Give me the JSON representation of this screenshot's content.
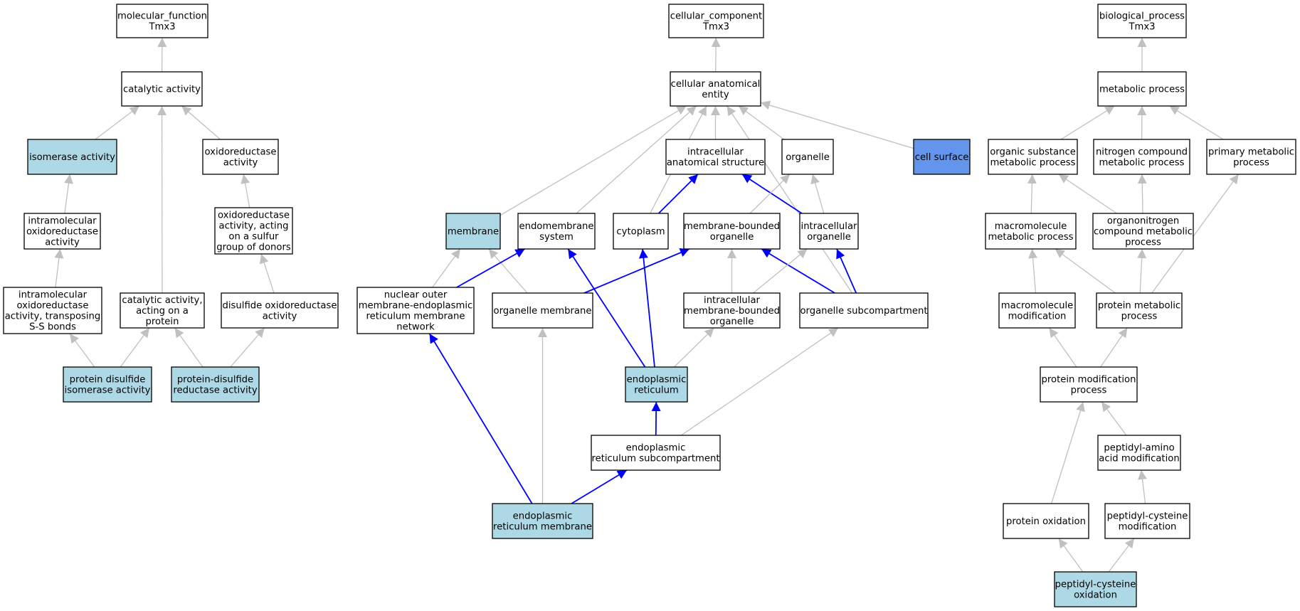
{
  "colors": {
    "plain_node": "#ffffff",
    "annotated_node": "#add8e6",
    "selected_node": "#6495ed",
    "edge_gray": "#c0c0c0",
    "edge_path": "#0000ff"
  },
  "nodes": [
    {
      "id": "mf_root",
      "lines": [
        "molecular_function",
        "Tmx3"
      ],
      "fill": "plain"
    },
    {
      "id": "catalytic",
      "lines": [
        "catalytic activity"
      ],
      "fill": "plain"
    },
    {
      "id": "isomerase",
      "lines": [
        "isomerase activity"
      ],
      "fill": "annotated"
    },
    {
      "id": "oxidoreductase",
      "lines": [
        "oxidoreductase",
        "activity"
      ],
      "fill": "plain"
    },
    {
      "id": "intramol",
      "lines": [
        "intramolecular",
        "oxidoreductase",
        "activity"
      ],
      "fill": "plain"
    },
    {
      "id": "oxred_sulfur",
      "lines": [
        "oxidoreductase",
        "activity, acting",
        "on a sulfur",
        "group of donors"
      ],
      "fill": "plain"
    },
    {
      "id": "intramol_ss",
      "lines": [
        "intramolecular",
        "oxidoreductase",
        "activity, transposing",
        "S-S bonds"
      ],
      "fill": "plain"
    },
    {
      "id": "cat_protein",
      "lines": [
        "catalytic activity,",
        "acting on a",
        "protein"
      ],
      "fill": "plain"
    },
    {
      "id": "disulfide_ox",
      "lines": [
        "disulfide oxidoreductase",
        "activity"
      ],
      "fill": "plain"
    },
    {
      "id": "pdi",
      "lines": [
        "protein disulfide",
        "isomerase activity"
      ],
      "fill": "annotated"
    },
    {
      "id": "pdr",
      "lines": [
        "protein-disulfide",
        "reductase activity"
      ],
      "fill": "annotated"
    },
    {
      "id": "cc_root",
      "lines": [
        "cellular_component",
        "Tmx3"
      ],
      "fill": "plain"
    },
    {
      "id": "cae",
      "lines": [
        "cellular anatomical",
        "entity"
      ],
      "fill": "plain"
    },
    {
      "id": "ias",
      "lines": [
        "intracellular",
        "anatomical structure"
      ],
      "fill": "plain"
    },
    {
      "id": "organelle",
      "lines": [
        "organelle"
      ],
      "fill": "plain"
    },
    {
      "id": "cell_surface",
      "lines": [
        "cell surface"
      ],
      "fill": "selected"
    },
    {
      "id": "membrane",
      "lines": [
        "membrane"
      ],
      "fill": "annotated"
    },
    {
      "id": "endomembrane",
      "lines": [
        "endomembrane",
        "system"
      ],
      "fill": "plain"
    },
    {
      "id": "cytoplasm",
      "lines": [
        "cytoplasm"
      ],
      "fill": "plain"
    },
    {
      "id": "mbo",
      "lines": [
        "membrane-bounded",
        "organelle"
      ],
      "fill": "plain"
    },
    {
      "id": "ico",
      "lines": [
        "intracellular",
        "organelle"
      ],
      "fill": "plain"
    },
    {
      "id": "nuclear_outer",
      "lines": [
        "nuclear outer",
        "membrane-endoplasmic",
        "reticulum membrane",
        "network"
      ],
      "fill": "plain"
    },
    {
      "id": "org_membrane",
      "lines": [
        "organelle membrane"
      ],
      "fill": "plain"
    },
    {
      "id": "imbo",
      "lines": [
        "intracellular",
        "membrane-bounded",
        "organelle"
      ],
      "fill": "plain"
    },
    {
      "id": "org_subcomp",
      "lines": [
        "organelle subcompartment"
      ],
      "fill": "plain"
    },
    {
      "id": "er",
      "lines": [
        "endoplasmic",
        "reticulum"
      ],
      "fill": "annotated"
    },
    {
      "id": "er_subcomp",
      "lines": [
        "endoplasmic",
        "reticulum subcompartment"
      ],
      "fill": "plain"
    },
    {
      "id": "er_membrane",
      "lines": [
        "endoplasmic",
        "reticulum membrane"
      ],
      "fill": "annotated"
    },
    {
      "id": "bp_root",
      "lines": [
        "biological_process",
        "Tmx3"
      ],
      "fill": "plain"
    },
    {
      "id": "metabolic",
      "lines": [
        "metabolic process"
      ],
      "fill": "plain"
    },
    {
      "id": "organic_sub",
      "lines": [
        "organic substance",
        "metabolic process"
      ],
      "fill": "plain"
    },
    {
      "id": "nitrogen",
      "lines": [
        "nitrogen compound",
        "metabolic process"
      ],
      "fill": "plain"
    },
    {
      "id": "primary",
      "lines": [
        "primary metabolic",
        "process"
      ],
      "fill": "plain"
    },
    {
      "id": "macro_met",
      "lines": [
        "macromolecule",
        "metabolic process"
      ],
      "fill": "plain"
    },
    {
      "id": "organonitrogen",
      "lines": [
        "organonitrogen",
        "compound metabolic",
        "process"
      ],
      "fill": "plain"
    },
    {
      "id": "macro_mod",
      "lines": [
        "macromolecule",
        "modification"
      ],
      "fill": "plain"
    },
    {
      "id": "protein_met",
      "lines": [
        "protein metabolic",
        "process"
      ],
      "fill": "plain"
    },
    {
      "id": "protein_mod",
      "lines": [
        "protein modification",
        "process"
      ],
      "fill": "plain"
    },
    {
      "id": "peptidyl_aa",
      "lines": [
        "peptidyl-amino",
        "acid modification"
      ],
      "fill": "plain"
    },
    {
      "id": "protein_ox",
      "lines": [
        "protein oxidation"
      ],
      "fill": "plain"
    },
    {
      "id": "peptidyl_cys_mod",
      "lines": [
        "peptidyl-cysteine",
        "modification"
      ],
      "fill": "plain"
    },
    {
      "id": "peptidyl_cys_ox",
      "lines": [
        "peptidyl-cysteine",
        "oxidation"
      ],
      "fill": "annotated"
    }
  ],
  "edges": [
    {
      "from": "catalytic",
      "to": "mf_root",
      "style": "gray"
    },
    {
      "from": "isomerase",
      "to": "catalytic",
      "style": "gray"
    },
    {
      "from": "oxidoreductase",
      "to": "catalytic",
      "style": "gray"
    },
    {
      "from": "cat_protein",
      "to": "catalytic",
      "style": "gray"
    },
    {
      "from": "intramol",
      "to": "isomerase",
      "style": "gray"
    },
    {
      "from": "oxred_sulfur",
      "to": "oxidoreductase",
      "style": "gray"
    },
    {
      "from": "intramol_ss",
      "to": "intramol",
      "style": "gray"
    },
    {
      "from": "disulfide_ox",
      "to": "oxred_sulfur",
      "style": "gray"
    },
    {
      "from": "pdi",
      "to": "intramol_ss",
      "style": "gray"
    },
    {
      "from": "pdi",
      "to": "cat_protein",
      "style": "gray"
    },
    {
      "from": "pdr",
      "to": "cat_protein",
      "style": "gray"
    },
    {
      "from": "pdr",
      "to": "disulfide_ox",
      "style": "gray"
    },
    {
      "from": "cae",
      "to": "cc_root",
      "style": "gray"
    },
    {
      "from": "ias",
      "to": "cae",
      "style": "gray"
    },
    {
      "from": "organelle",
      "to": "cae",
      "style": "gray"
    },
    {
      "from": "cell_surface",
      "to": "cae",
      "style": "gray"
    },
    {
      "from": "membrane",
      "to": "cae",
      "style": "gray"
    },
    {
      "from": "endomembrane",
      "to": "cae",
      "style": "gray"
    },
    {
      "from": "cytoplasm",
      "to": "cae",
      "style": "gray"
    },
    {
      "from": "org_subcomp",
      "to": "cae",
      "style": "gray"
    },
    {
      "from": "cytoplasm",
      "to": "ias",
      "style": "path"
    },
    {
      "from": "ico",
      "to": "ias",
      "style": "path"
    },
    {
      "from": "mbo",
      "to": "organelle",
      "style": "gray"
    },
    {
      "from": "ico",
      "to": "organelle",
      "style": "gray"
    },
    {
      "from": "nuclear_outer",
      "to": "membrane",
      "style": "gray"
    },
    {
      "from": "org_membrane",
      "to": "membrane",
      "style": "gray"
    },
    {
      "from": "nuclear_outer",
      "to": "endomembrane",
      "style": "path"
    },
    {
      "from": "er",
      "to": "endomembrane",
      "style": "path"
    },
    {
      "from": "er",
      "to": "cytoplasm",
      "style": "path"
    },
    {
      "from": "org_membrane",
      "to": "mbo",
      "style": "path"
    },
    {
      "from": "imbo",
      "to": "mbo",
      "style": "gray"
    },
    {
      "from": "org_subcomp",
      "to": "mbo",
      "style": "path"
    },
    {
      "from": "imbo",
      "to": "ico",
      "style": "gray"
    },
    {
      "from": "org_subcomp",
      "to": "ico",
      "style": "path"
    },
    {
      "from": "er",
      "to": "imbo",
      "style": "gray"
    },
    {
      "from": "er_subcomp",
      "to": "org_subcomp",
      "style": "gray"
    },
    {
      "from": "er_subcomp",
      "to": "er",
      "style": "path"
    },
    {
      "from": "er_membrane",
      "to": "nuclear_outer",
      "style": "path"
    },
    {
      "from": "er_membrane",
      "to": "org_membrane",
      "style": "gray"
    },
    {
      "from": "er_membrane",
      "to": "er_subcomp",
      "style": "path"
    },
    {
      "from": "metabolic",
      "to": "bp_root",
      "style": "gray"
    },
    {
      "from": "organic_sub",
      "to": "metabolic",
      "style": "gray"
    },
    {
      "from": "nitrogen",
      "to": "metabolic",
      "style": "gray"
    },
    {
      "from": "primary",
      "to": "metabolic",
      "style": "gray"
    },
    {
      "from": "macro_met",
      "to": "organic_sub",
      "style": "gray"
    },
    {
      "from": "organonitrogen",
      "to": "organic_sub",
      "style": "gray"
    },
    {
      "from": "organonitrogen",
      "to": "nitrogen",
      "style": "gray"
    },
    {
      "from": "macro_mod",
      "to": "macro_met",
      "style": "gray"
    },
    {
      "from": "protein_met",
      "to": "macro_met",
      "style": "gray"
    },
    {
      "from": "protein_met",
      "to": "organonitrogen",
      "style": "gray"
    },
    {
      "from": "protein_met",
      "to": "primary",
      "style": "gray"
    },
    {
      "from": "protein_mod",
      "to": "macro_mod",
      "style": "gray"
    },
    {
      "from": "protein_mod",
      "to": "protein_met",
      "style": "gray"
    },
    {
      "from": "peptidyl_aa",
      "to": "protein_mod",
      "style": "gray"
    },
    {
      "from": "protein_ox",
      "to": "protein_mod",
      "style": "gray"
    },
    {
      "from": "peptidyl_cys_mod",
      "to": "peptidyl_aa",
      "style": "gray"
    },
    {
      "from": "peptidyl_cys_ox",
      "to": "protein_ox",
      "style": "gray"
    },
    {
      "from": "peptidyl_cys_ox",
      "to": "peptidyl_cys_mod",
      "style": "gray"
    }
  ]
}
